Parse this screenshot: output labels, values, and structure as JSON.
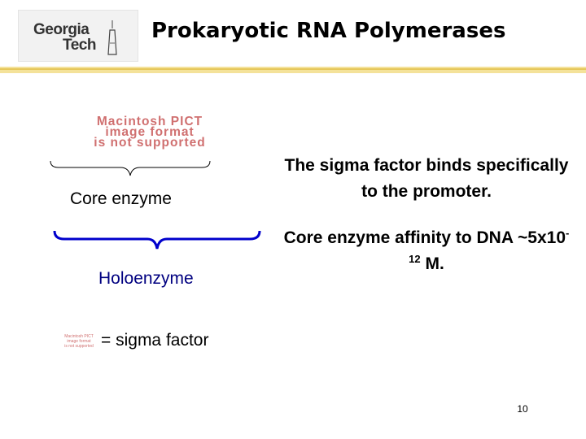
{
  "header": {
    "logo_line1": "Georgia",
    "logo_line2": "Tech",
    "title": "Prokaryotic RNA Polymerases"
  },
  "diagram": {
    "pict_placeholder": [
      "Macintosh PICT",
      "image format",
      "is not supported"
    ],
    "core_label": "Core enzyme",
    "holo_label": "Holoenzyme",
    "sigma_label": "= sigma factor"
  },
  "body": {
    "point1": "The sigma factor binds specifically to the promoter.",
    "point2_prefix": "Core enzyme affinity to DNA ~5x10",
    "point2_exponent": "-12",
    "point2_suffix": " M."
  },
  "footer": {
    "page_number": "10"
  },
  "colors": {
    "accent_gold": "#e6c75a",
    "holo_blue": "#000080",
    "placeholder_red": "#d07070"
  }
}
